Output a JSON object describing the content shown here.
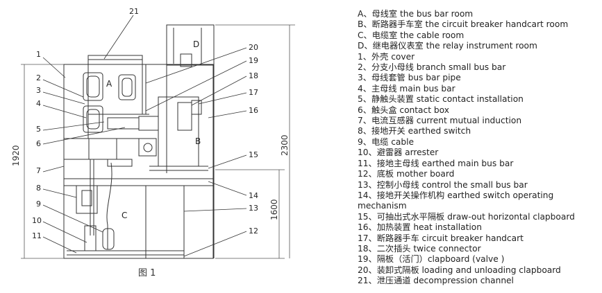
{
  "caption": "图 1",
  "dimensions": {
    "d1920": "1920",
    "d1600": "1600",
    "d2300": "2300"
  },
  "compartment_labels": [
    "A",
    "B",
    "C",
    "D"
  ],
  "callout_numbers": [
    "1",
    "2",
    "3",
    "4",
    "5",
    "6",
    "7",
    "8",
    "9",
    "10",
    "11",
    "12",
    "13",
    "14",
    "15",
    "16",
    "17",
    "18",
    "19",
    "20",
    "21"
  ],
  "legend": [
    {
      "key": "A、",
      "text": "母线室 the bus bar room"
    },
    {
      "key": "B、",
      "text": "断路器手车室 the circuit breaker handcart room"
    },
    {
      "key": "C、",
      "text": "电缆室 the cable room"
    },
    {
      "key": "D、",
      "text": "继电器仪表室 the relay instrument room"
    },
    {
      "key": "1、",
      "text": "外壳 cover"
    },
    {
      "key": "2、",
      "text": "分支小母线 branch small bus bar"
    },
    {
      "key": "3、",
      "text": "母线套管 bus bar pipe"
    },
    {
      "key": "4、",
      "text": "主母线 main bus bar"
    },
    {
      "key": "5、",
      "text": "静触头装置 static contact installation"
    },
    {
      "key": "6、",
      "text": "触头盒 contact box"
    },
    {
      "key": "7、",
      "text": "电流互感器 current mutual induction"
    },
    {
      "key": "8、",
      "text": "接地开关 earthed switch"
    },
    {
      "key": "9、",
      "text": "电缆 cable"
    },
    {
      "key": "10、",
      "text": "避雷器 arrester"
    },
    {
      "key": "11、",
      "text": "接地主母线 earthed main bus bar"
    },
    {
      "key": "12、",
      "text": "底板 mother board"
    },
    {
      "key": "13、",
      "text": "控制小母线 control the small bus bar"
    },
    {
      "key": "14、",
      "text": "接地开关操作机构 earthed switch operating mechanism"
    },
    {
      "key": "15、",
      "text": "可抽出式水平隔板 draw-out horizontal clapboard"
    },
    {
      "key": "16、",
      "text": "加热装置 heat installation"
    },
    {
      "key": "17、",
      "text": "断路器手车 circuit breaker handcart"
    },
    {
      "key": "18、",
      "text": "二次插头 twice connector"
    },
    {
      "key": "19、",
      "text": "隔板（活门）clapboard (valve )"
    },
    {
      "key": "20、",
      "text": "装卸式隔板 loading and unloading clapboard"
    },
    {
      "key": "21、",
      "text": "泄压通道 decompression channel"
    }
  ]
}
